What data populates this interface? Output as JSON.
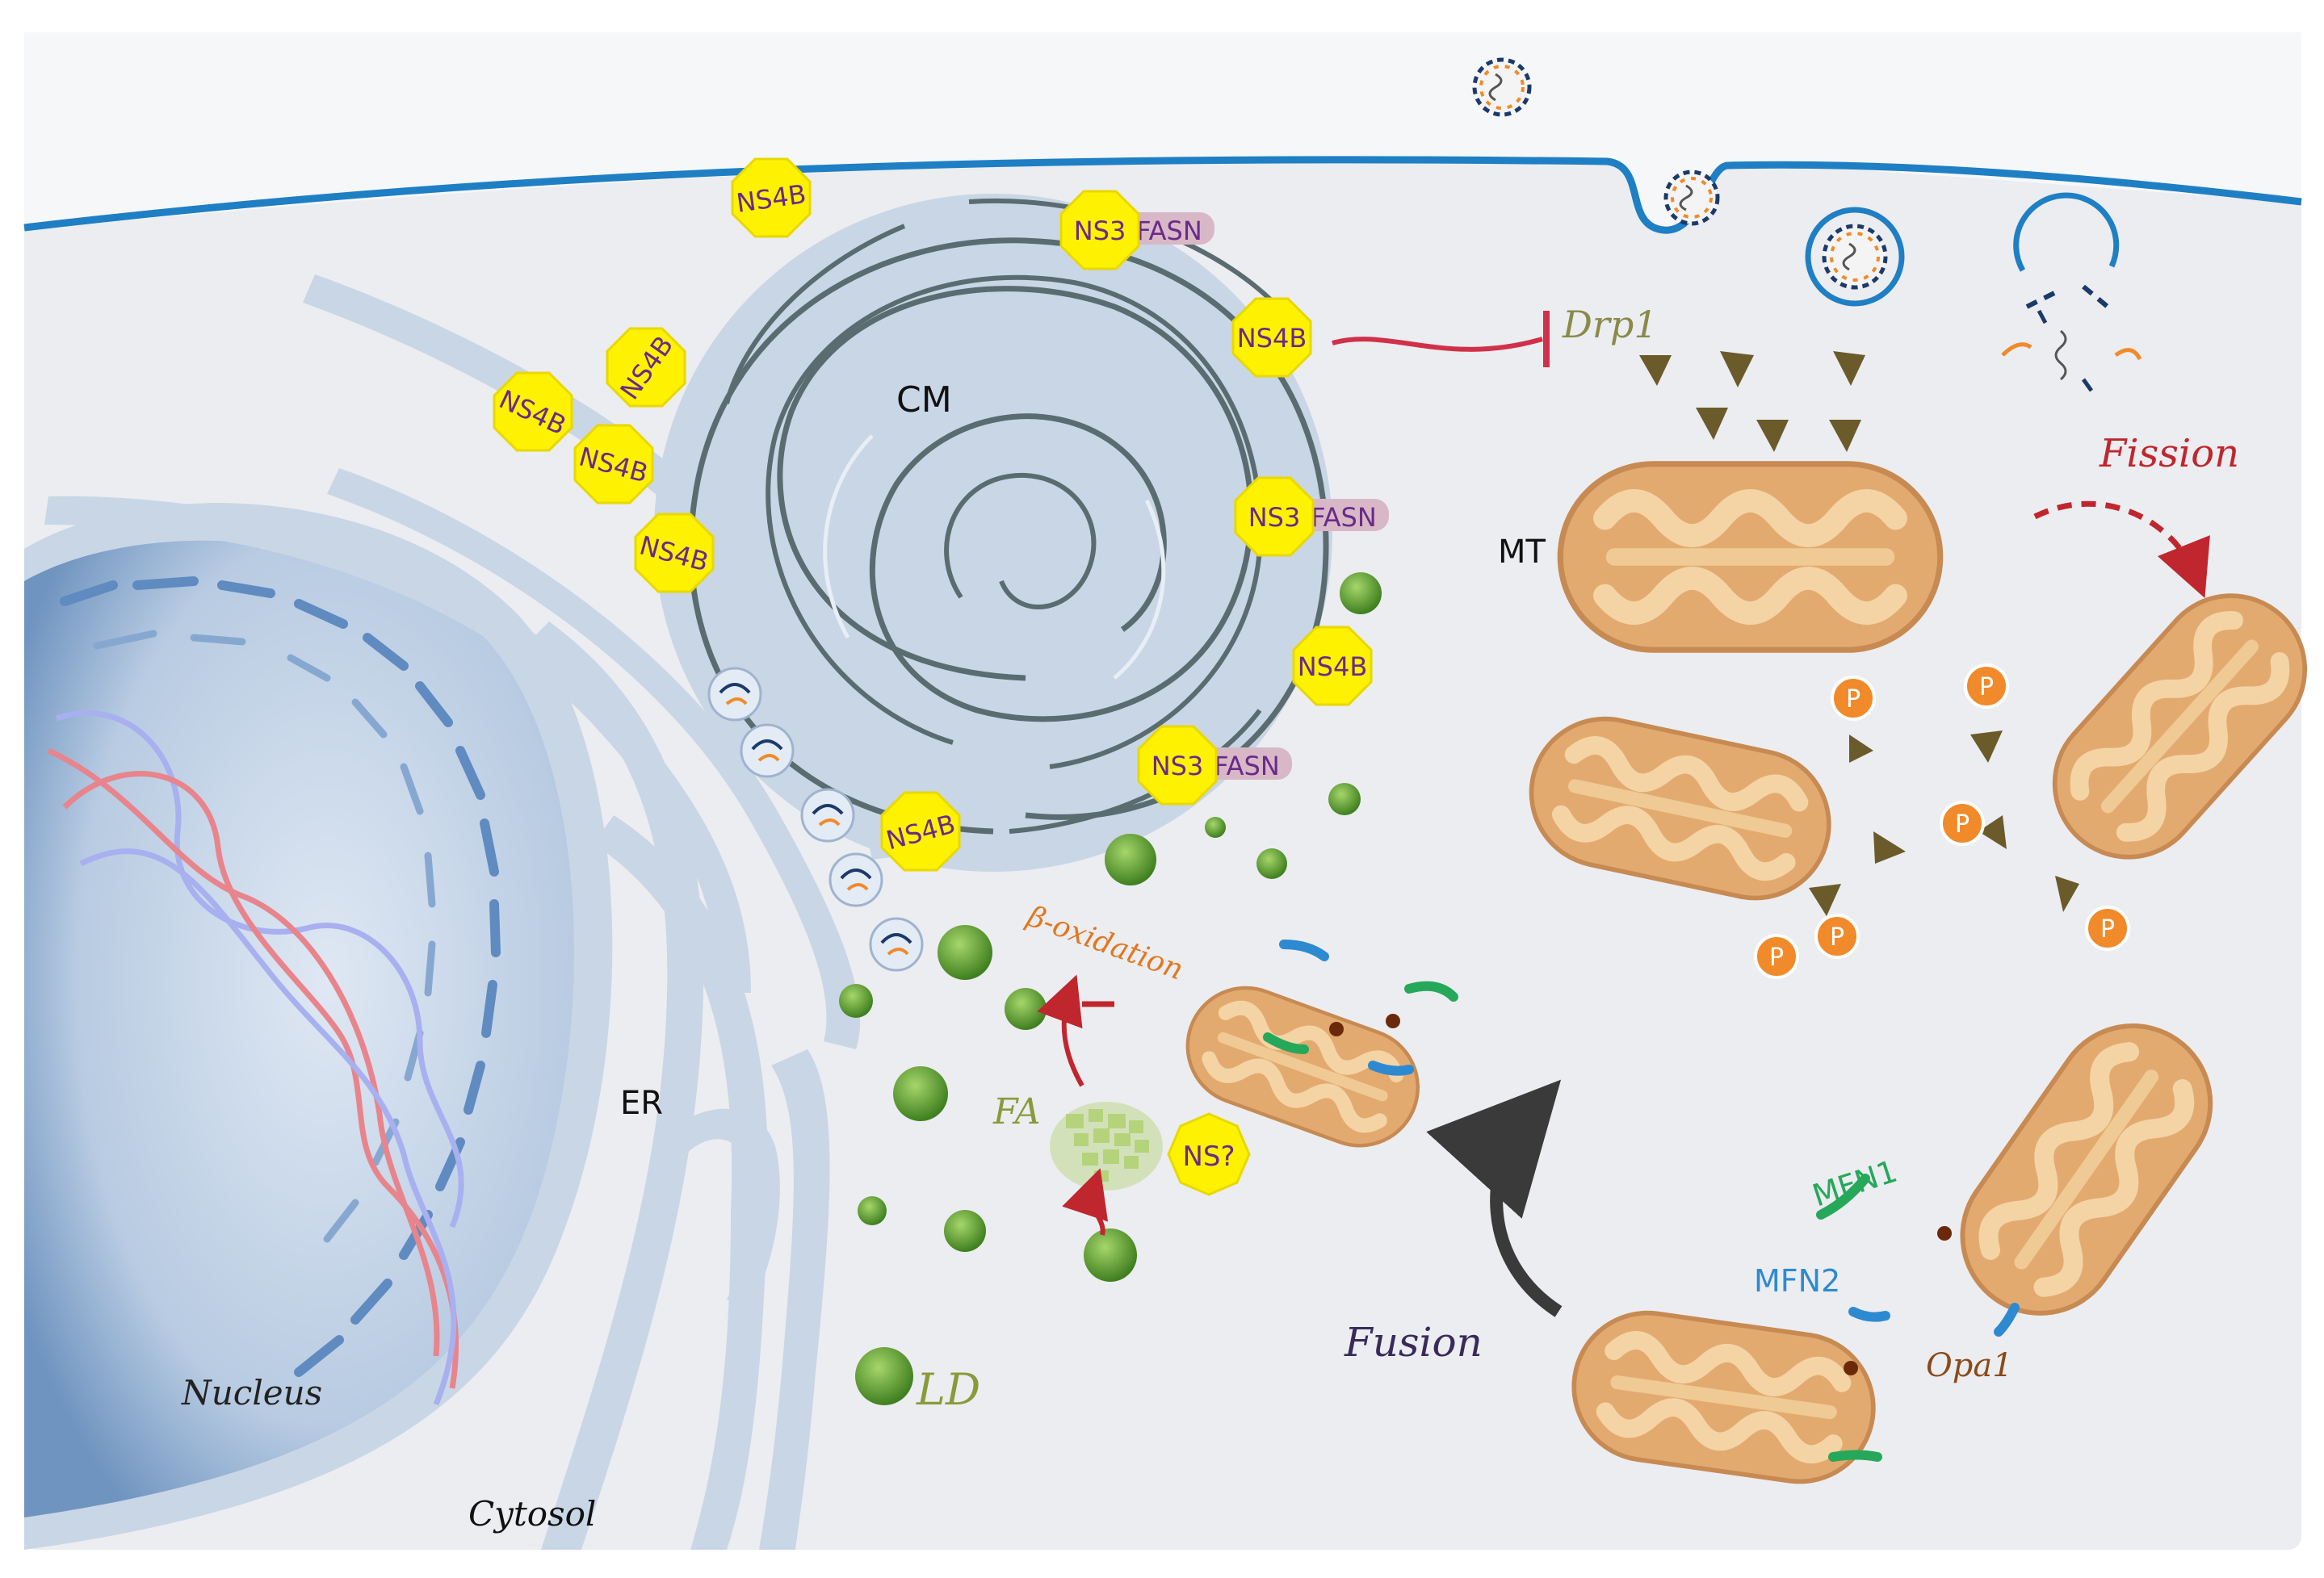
{
  "labels": {
    "cm": "CM",
    "mt": "MT",
    "er": "ER",
    "nucleus": "Nucleus",
    "cytosol": "Cytosol",
    "fa": "FA",
    "ld": "LD",
    "beta_oxidation": "β-oxidation",
    "drp1": "Drp1",
    "fission": "Fission",
    "fusion": "Fusion",
    "mfn1": "MFN1",
    "mfn2": "MFN2",
    "opa1": "Opa1",
    "ns_unknown": "NS?",
    "ns4b": "NS4B",
    "ns3": "NS3",
    "fasn": "FASN",
    "p": "P"
  },
  "colors": {
    "background": "#ecedf0",
    "membrane": "#1f7fc4",
    "er": "#c9d6e6",
    "nucleus": "#9cb6d6",
    "cm": "#c9d6e6",
    "mito": "#e3aa70",
    "mito_inner": "#efca95",
    "ns_hexagon": "#fff200",
    "ns_text": "#6a2a8a",
    "fasn_bar": "#d8b8c6",
    "drp1": "#6b5a2a",
    "drp1_text": "#8a8a4a",
    "fission_text": "#c0262e",
    "inhibit_line": "#d0304a",
    "lipid_droplet": "#66a030",
    "fa_cluster": "#b5d37a",
    "mfn1": "#26a85a",
    "mfn2": "#2e8ad0",
    "opa1_text": "#8a4a1a",
    "fusion_text": "#3a2a5a",
    "fusion_arrow": "#3a3a3a",
    "phospho": "#f08a2a"
  },
  "icons": {
    "virion": "virion-icon",
    "phosphate": "phosphate-icon",
    "drp1": "drp1-triangle-icon"
  }
}
